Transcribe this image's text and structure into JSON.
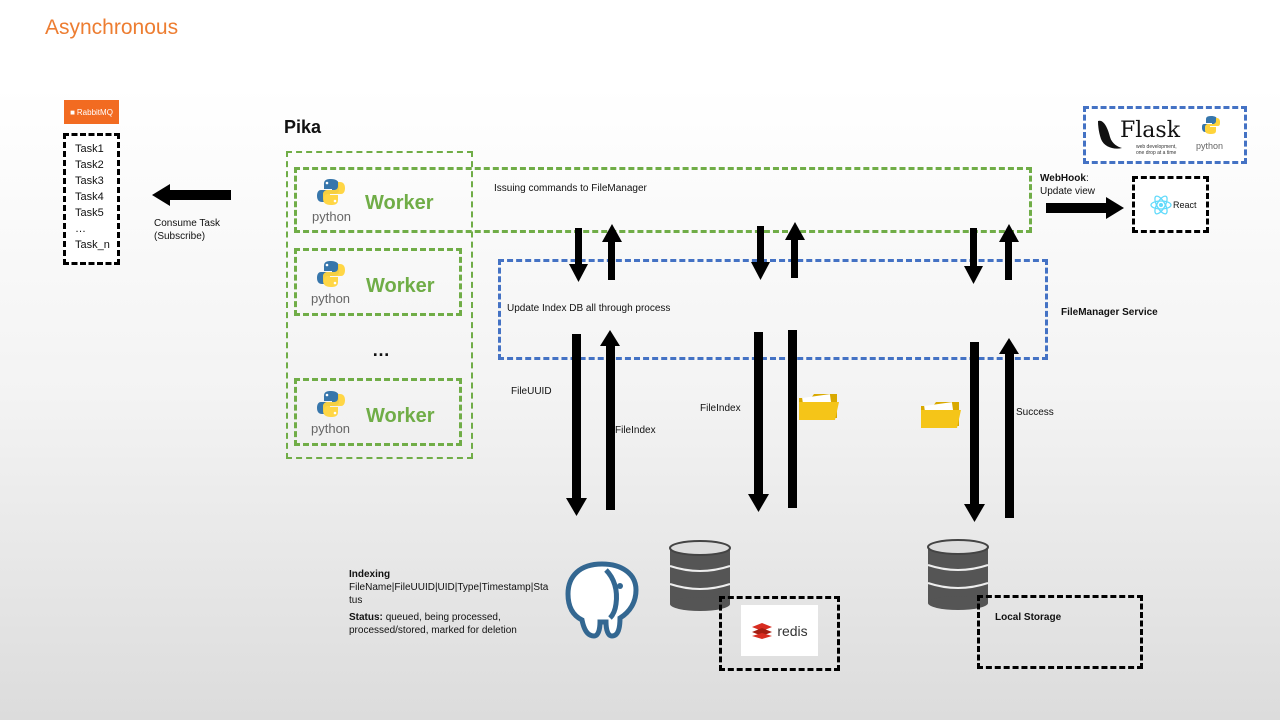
{
  "title": "Asynchronous",
  "rabbitmq": {
    "logo_text": "RabbitMQ",
    "tasks": [
      "Task1",
      "Task2",
      "Task3",
      "Task4",
      "Task5",
      "…",
      "Task_n"
    ]
  },
  "consume_label": [
    "Consume Task",
    "(Subscribe)"
  ],
  "pika_label": "Pika",
  "workers": [
    {
      "python_text": "python",
      "label": "Worker"
    },
    {
      "python_text": "python",
      "label": "Worker"
    },
    {
      "python_text": "python",
      "label": "Worker"
    }
  ],
  "ellipsis": "…",
  "issuing_label": "Issuing commands to FileManager",
  "update_index_label": "Update Index DB all through process",
  "filemanager_label": "FileManager Service",
  "webhook": {
    "title": "WebHook",
    "colon": ":",
    "subtitle": "Update view"
  },
  "flask": {
    "name": "Flask",
    "tagline": "web development, one drop at a time",
    "python_text": "python"
  },
  "react_label": "React",
  "arrow_labels": {
    "fileuuid": "FileUUID",
    "fileindex_left": "FileIndex",
    "fileindex_mid": "FileIndex",
    "success": "Success"
  },
  "indexing": {
    "heading": "Indexing",
    "fields": "FileName|FileUUID|UID|Type|Timestamp|Status",
    "status_label": "Status:",
    "status_text": "queued, being processed, processed/stored, marked for deletion"
  },
  "redis_label": "redis",
  "local_storage_label": "Local Storage",
  "colors": {
    "orange": "#ed7d31",
    "green": "#70ad47",
    "blue": "#4472c4",
    "python_blue": "#3776ab",
    "python_yellow": "#ffd43b",
    "folder": "#f5c518",
    "postgres": "#336791",
    "redis_red": "#d82c20",
    "react": "#61dafb"
  }
}
